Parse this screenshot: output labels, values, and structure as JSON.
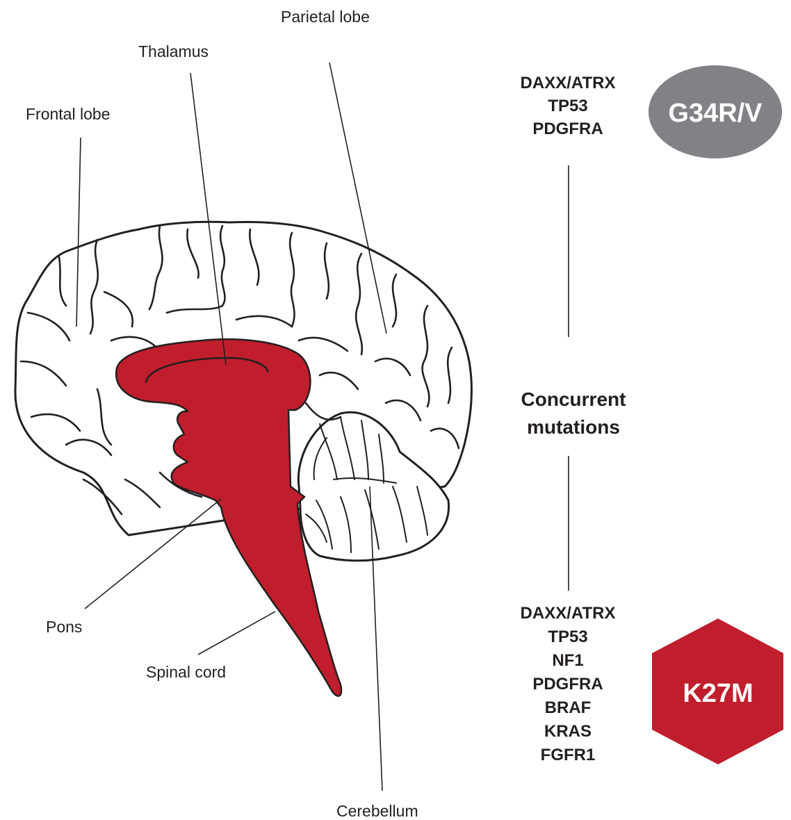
{
  "labels": {
    "parietal": "Parietal lobe",
    "thalamus": "Thalamus",
    "frontal": "Frontal lobe",
    "pons": "Pons",
    "spinal": "Spinal cord",
    "cerebellum": "Cerebellum"
  },
  "g34": {
    "label": "G34R/V",
    "color": "#808285",
    "genes": [
      "DAXX/ATRX",
      "TP53",
      "PDGFRA"
    ]
  },
  "concurrent": {
    "line1": "Concurrent",
    "line2": "mutations"
  },
  "k27m": {
    "label": "K27M",
    "color": "#c01e2c",
    "genes": [
      "DAXX/ATRX",
      "TP53",
      "NF1",
      "PDGFRA",
      "BRAF",
      "KRAS",
      "FGFR1"
    ]
  }
}
